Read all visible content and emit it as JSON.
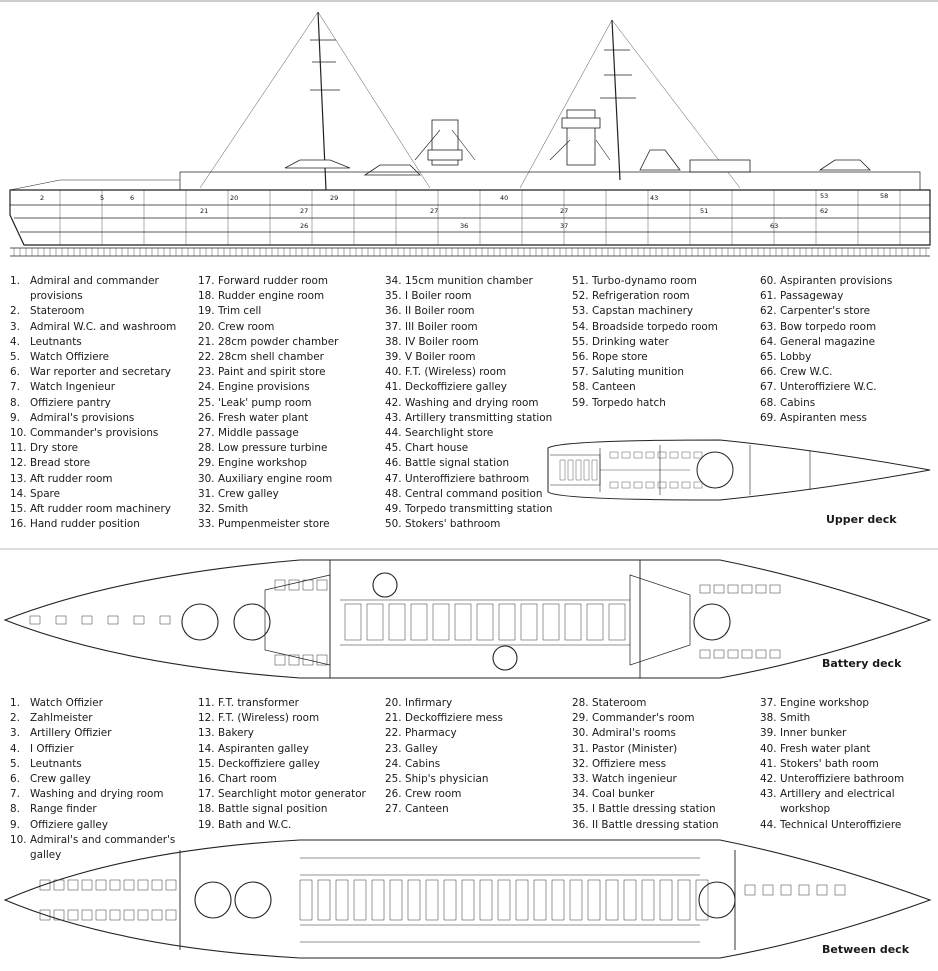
{
  "captions": {
    "upper_deck": "Upper deck",
    "battery_deck": "Battery deck",
    "between_deck": "Between deck"
  },
  "profile_legend": {
    "col1": [
      {
        "n": "1.",
        "t": "Admiral and commander provisions"
      },
      {
        "n": "2.",
        "t": "Stateroom"
      },
      {
        "n": "3.",
        "t": "Admiral W.C. and washroom"
      },
      {
        "n": "4.",
        "t": "Leutnants"
      },
      {
        "n": "5.",
        "t": "Watch Offiziere"
      },
      {
        "n": "6.",
        "t": "War reporter and secretary"
      },
      {
        "n": "7.",
        "t": "Watch Ingenieur"
      },
      {
        "n": "8.",
        "t": "Offiziere pantry"
      },
      {
        "n": "9.",
        "t": "Admiral's provisions"
      },
      {
        "n": "10.",
        "t": "Commander's provisions"
      },
      {
        "n": "11.",
        "t": "Dry store"
      },
      {
        "n": "12.",
        "t": "Bread store"
      },
      {
        "n": "13.",
        "t": "Aft rudder room"
      },
      {
        "n": "14.",
        "t": "Spare"
      },
      {
        "n": "15.",
        "t": "Aft rudder room machinery"
      },
      {
        "n": "16.",
        "t": "Hand rudder position"
      }
    ],
    "col2": [
      {
        "n": "17.",
        "t": "Forward rudder room"
      },
      {
        "n": "18.",
        "t": "Rudder engine room"
      },
      {
        "n": "19.",
        "t": "Trim cell"
      },
      {
        "n": "20.",
        "t": "Crew room"
      },
      {
        "n": "21.",
        "t": "28cm powder chamber"
      },
      {
        "n": "22.",
        "t": "28cm shell chamber"
      },
      {
        "n": "23.",
        "t": "Paint and spirit store"
      },
      {
        "n": "24.",
        "t": "Engine provisions"
      },
      {
        "n": "25.",
        "t": "'Leak' pump room"
      },
      {
        "n": "26.",
        "t": "Fresh water plant"
      },
      {
        "n": "27.",
        "t": "Middle passage"
      },
      {
        "n": "28.",
        "t": "Low pressure turbine"
      },
      {
        "n": "29.",
        "t": "Engine workshop"
      },
      {
        "n": "30.",
        "t": "Auxiliary engine room"
      },
      {
        "n": "31.",
        "t": "Crew galley"
      },
      {
        "n": "32.",
        "t": "Smith"
      },
      {
        "n": "33.",
        "t": "Pumpenmeister store"
      }
    ],
    "col3": [
      {
        "n": "34.",
        "t": "15cm munition chamber"
      },
      {
        "n": "35.",
        "t": "I Boiler room"
      },
      {
        "n": "36.",
        "t": "II Boiler room"
      },
      {
        "n": "37.",
        "t": "III Boiler room"
      },
      {
        "n": "38.",
        "t": "IV Boiler room"
      },
      {
        "n": "39.",
        "t": "V Boiler room"
      },
      {
        "n": "40.",
        "t": "F.T. (Wireless) room"
      },
      {
        "n": "41.",
        "t": "Deckoffiziere galley"
      },
      {
        "n": "42.",
        "t": "Washing and drying room"
      },
      {
        "n": "43.",
        "t": "Artillery transmitting station"
      },
      {
        "n": "44.",
        "t": "Searchlight store"
      },
      {
        "n": "45.",
        "t": "Chart house"
      },
      {
        "n": "46.",
        "t": "Battle signal station"
      },
      {
        "n": "47.",
        "t": "Unteroffiziere bathroom"
      },
      {
        "n": "48.",
        "t": "Central command position"
      },
      {
        "n": "49.",
        "t": "Torpedo transmitting station"
      },
      {
        "n": "50.",
        "t": "Stokers' bathroom"
      }
    ],
    "col4": [
      {
        "n": "51.",
        "t": "Turbo-dynamo room"
      },
      {
        "n": "52.",
        "t": "Refrigeration room"
      },
      {
        "n": "53.",
        "t": "Capstan machinery"
      },
      {
        "n": "54.",
        "t": "Broadside torpedo room"
      },
      {
        "n": "55.",
        "t": "Drinking water"
      },
      {
        "n": "56.",
        "t": "Rope store"
      },
      {
        "n": "57.",
        "t": "Saluting munition"
      },
      {
        "n": "58.",
        "t": "Canteen"
      },
      {
        "n": "59.",
        "t": "Torpedo hatch"
      }
    ],
    "col5": [
      {
        "n": "60.",
        "t": "Aspiranten provisions"
      },
      {
        "n": "61.",
        "t": "Passageway"
      },
      {
        "n": "62.",
        "t": "Carpenter's store"
      },
      {
        "n": "63.",
        "t": "Bow torpedo room"
      },
      {
        "n": "64.",
        "t": "General magazine"
      },
      {
        "n": "65.",
        "t": "Lobby"
      },
      {
        "n": "66.",
        "t": "Crew W.C."
      },
      {
        "n": "67.",
        "t": "Unteroffiziere W.C."
      },
      {
        "n": "68.",
        "t": "Cabins"
      },
      {
        "n": "69.",
        "t": "Aspiranten mess"
      }
    ]
  },
  "deck_legend": {
    "col1": [
      {
        "n": "1.",
        "t": "Watch Offizier"
      },
      {
        "n": "2.",
        "t": "Zahlmeister"
      },
      {
        "n": "3.",
        "t": "Artillery Offizier"
      },
      {
        "n": "4.",
        "t": "I Offizier"
      },
      {
        "n": "5.",
        "t": "Leutnants"
      },
      {
        "n": "6.",
        "t": "Crew galley"
      },
      {
        "n": "7.",
        "t": "Washing and drying room"
      },
      {
        "n": "8.",
        "t": "Range finder"
      },
      {
        "n": "9.",
        "t": "Offiziere galley"
      },
      {
        "n": "10.",
        "t": "Admiral's and commander's galley"
      }
    ],
    "col2": [
      {
        "n": "11.",
        "t": "F.T. transformer"
      },
      {
        "n": "12.",
        "t": "F.T. (Wireless) room"
      },
      {
        "n": "13.",
        "t": "Bakery"
      },
      {
        "n": "14.",
        "t": "Aspiranten galley"
      },
      {
        "n": "15.",
        "t": "Deckoffiziere galley"
      },
      {
        "n": "16.",
        "t": "Chart room"
      },
      {
        "n": "17.",
        "t": "Searchlight motor generator"
      },
      {
        "n": "18.",
        "t": "Battle signal position"
      },
      {
        "n": "19.",
        "t": "Bath and W.C."
      }
    ],
    "col3": [
      {
        "n": "20.",
        "t": "Infirmary"
      },
      {
        "n": "21.",
        "t": "Deckoffiziere mess"
      },
      {
        "n": "22.",
        "t": "Pharmacy"
      },
      {
        "n": "23.",
        "t": "Galley"
      },
      {
        "n": "24.",
        "t": "Cabins"
      },
      {
        "n": "25.",
        "t": "Ship's physician"
      },
      {
        "n": "26.",
        "t": "Crew room"
      },
      {
        "n": "27.",
        "t": "Canteen"
      }
    ],
    "col4": [
      {
        "n": "28.",
        "t": "Stateroom"
      },
      {
        "n": "29.",
        "t": "Commander's room"
      },
      {
        "n": "30.",
        "t": "Admiral's rooms"
      },
      {
        "n": "31.",
        "t": "Pastor (Minister)"
      },
      {
        "n": "32.",
        "t": "Offiziere mess"
      },
      {
        "n": "33.",
        "t": "Watch ingenieur"
      },
      {
        "n": "34.",
        "t": "Coal bunker"
      },
      {
        "n": "35.",
        "t": "I Battle dressing station"
      },
      {
        "n": "36.",
        "t": "II Battle dressing station"
      }
    ],
    "col5": [
      {
        "n": "37.",
        "t": "Engine workshop"
      },
      {
        "n": "38.",
        "t": "Smith"
      },
      {
        "n": "39.",
        "t": "Inner bunker"
      },
      {
        "n": "40.",
        "t": "Fresh water plant"
      },
      {
        "n": "41.",
        "t": "Stokers' bath room"
      },
      {
        "n": "42.",
        "t": "Unteroffiziere bathroom"
      },
      {
        "n": "43.",
        "t": "Artillery and electrical workshop"
      },
      {
        "n": "44.",
        "t": "Technical Unteroffiziere"
      }
    ]
  }
}
